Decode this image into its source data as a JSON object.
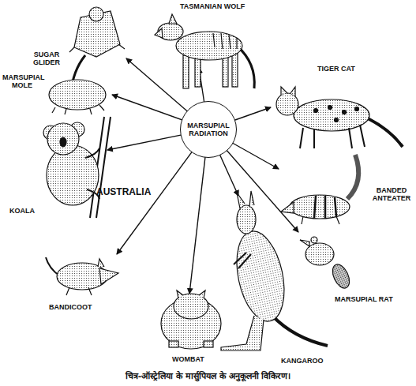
{
  "diagram": {
    "caption": "चित्र-ऑस्ट्रेलिया के मार्सुपियल के अनुकूलनी विकिरण।",
    "nodes": [
      {
        "text": [
          "MARSUPIAL RADIATION"
        ]
      }
    ],
    "labels": [
      "TASMANIAN WOLF",
      "SUGAR GLIDER",
      "TIGER CAT",
      "MARSUPIAL MOLE",
      "KOALA",
      "AUSTRALIA",
      "BANDED ANTEATER",
      "MARSUPIAL RAT",
      "BANDICOOT",
      "WOMBAT",
      "KANGAROO"
    ]
  }
}
